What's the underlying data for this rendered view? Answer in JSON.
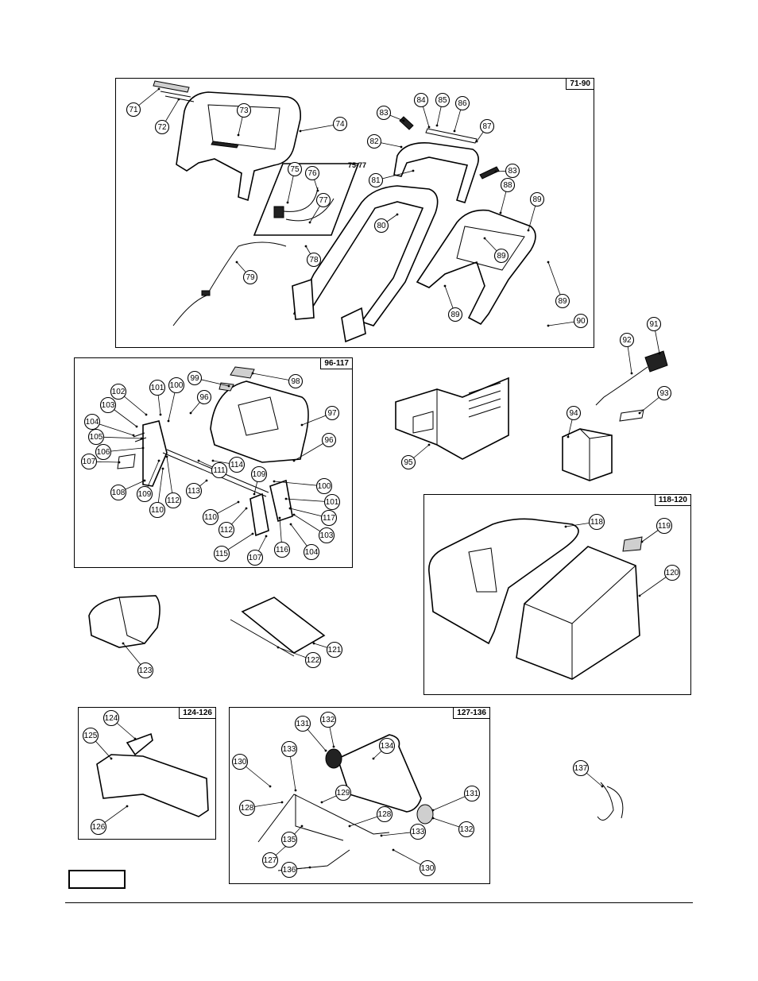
{
  "panels": [
    {
      "id": "handle",
      "tag": "71-90"
    },
    {
      "id": "switch",
      "tag": "75-77"
    },
    {
      "id": "deck",
      "tag": "96-117"
    },
    {
      "id": "grassbag",
      "tag": "118-120"
    },
    {
      "id": "flap",
      "tag": "124-126"
    },
    {
      "id": "roller",
      "tag": "127-136"
    }
  ],
  "callouts": {
    "handle": [
      "71",
      "72",
      "73",
      "74",
      "82",
      "83",
      "84",
      "85",
      "86",
      "87",
      "83",
      "81",
      "80",
      "88",
      "89",
      "89",
      "89",
      "89",
      "90",
      "78",
      "79"
    ],
    "switch": [
      "75",
      "76",
      "77"
    ],
    "deck": [
      "99",
      "98",
      "101",
      "100",
      "102",
      "103",
      "96",
      "104",
      "105",
      "106",
      "97",
      "107",
      "108",
      "109",
      "110",
      "112",
      "111",
      "114",
      "113",
      "109",
      "96",
      "100",
      "101",
      "110",
      "112",
      "117",
      "115",
      "107",
      "116",
      "103",
      "104"
    ],
    "accessories": [
      "92",
      "91",
      "93",
      "94",
      "95"
    ],
    "grassbag": [
      "118",
      "119",
      "120"
    ],
    "misc": [
      "123",
      "121",
      "122",
      "137"
    ],
    "flap": [
      "124",
      "125",
      "126"
    ],
    "roller": [
      "131",
      "132",
      "134",
      "130",
      "133",
      "129",
      "131",
      "128",
      "128",
      "133",
      "132",
      "135",
      "127",
      "136",
      "130"
    ]
  }
}
